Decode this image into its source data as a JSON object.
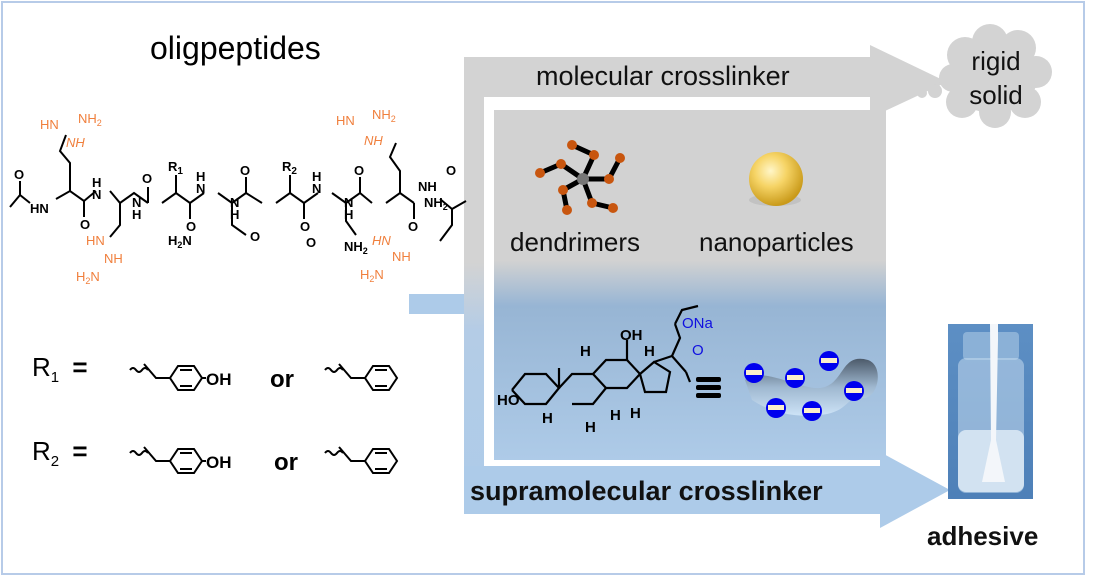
{
  "figure": {
    "title": "oligpeptides",
    "peptide": {
      "atom_labels_black": [
        "O",
        "HN",
        "H",
        "N",
        "O",
        "O",
        "N",
        "H",
        "R1",
        "O",
        "H",
        "N",
        "O",
        "H2N",
        "O",
        "N",
        "H",
        "R2",
        "O",
        "H",
        "N",
        "O",
        "N",
        "H",
        "O",
        "NH",
        "O",
        "NH2",
        "O",
        "NH2"
      ],
      "guanidine_labels": [
        "HN",
        "NH2",
        "NH",
        "HN",
        "NH",
        "H2N",
        "HN",
        "NH2",
        "NH",
        "HN",
        "NH",
        "H2N"
      ],
      "r1_label": "R",
      "r1_sub": "1",
      "r2_label": "R",
      "r2_sub": "2"
    },
    "substituents": [
      {
        "label": "R",
        "sub": "1",
        "equals": "=",
        "option_a_group": "OH",
        "connector": "or"
      },
      {
        "label": "R",
        "sub": "2",
        "equals": "=",
        "option_a_group": "OH",
        "connector": "or"
      }
    ],
    "top_path": {
      "label": "molecular crosslinker",
      "outcome_line1": "rigid",
      "outcome_line2": "solid"
    },
    "examples": {
      "item1": "dendrimers",
      "item2": "nanoparticles"
    },
    "bile_salt": {
      "carboxylate_label": "ONa",
      "carbonyl_o": "O",
      "oh_top": "OH",
      "ho_left": "HO",
      "h_labels": [
        "H",
        "H",
        "H",
        "H",
        "H",
        "H"
      ],
      "equivalence_symbol": "≡"
    },
    "bottom_path": {
      "label": "supramolecular crosslinker",
      "outcome": "adhesive"
    },
    "colors": {
      "frame": "#b7cbe8",
      "gray_band": "#d3d3d3",
      "blue_band": "#adcbe9",
      "guanidine_orange": "#f07f3c",
      "carboxylate_blue": "#1010e0",
      "dendrimer_node": "#c8560f",
      "nanoparticle_gold": "#f2c94c",
      "charge_blue": "#0000ee",
      "charge_bar": "#fbeecb"
    }
  }
}
